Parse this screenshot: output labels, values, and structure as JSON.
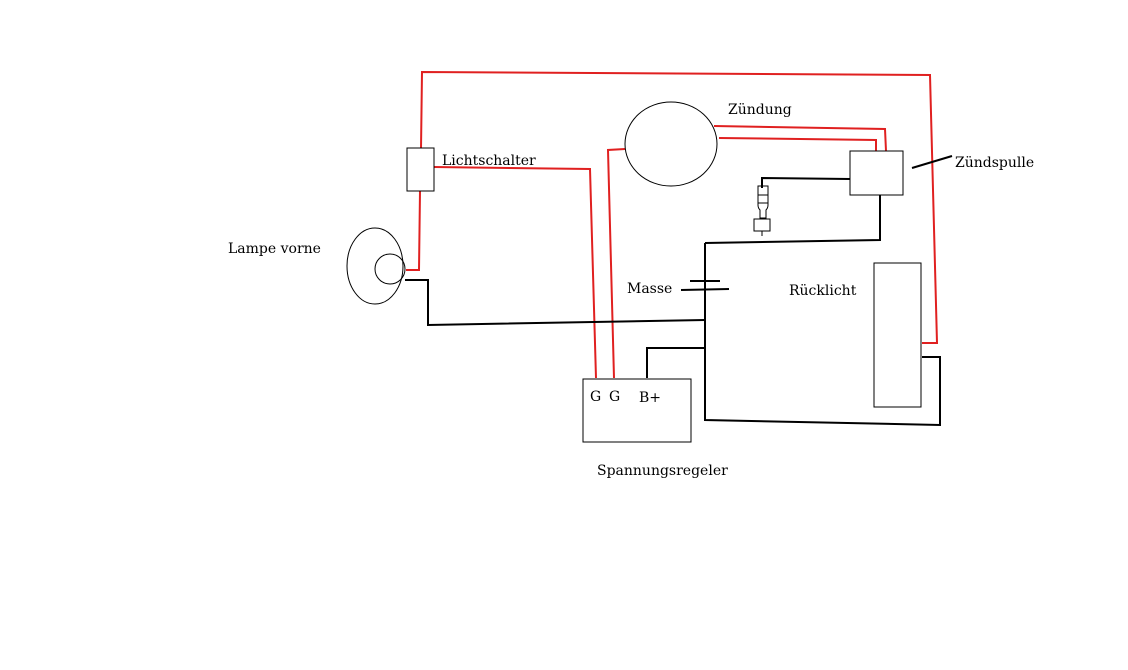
{
  "colors": {
    "wire_red": "#e02020",
    "wire_black": "#000000",
    "background": "#ffffff"
  },
  "labels": {
    "lichtschalter": "Lichtschalter",
    "zuendung": "Zündung",
    "zuendspulle": "Zündspulle",
    "lampe_vorne": "Lampe vorne",
    "masse": "Masse",
    "ruecklicht": "Rücklicht",
    "spannungsregeler": "Spannungsregeler",
    "terminal_g1": "G",
    "terminal_g2": "G",
    "terminal_bplus": "B+"
  }
}
